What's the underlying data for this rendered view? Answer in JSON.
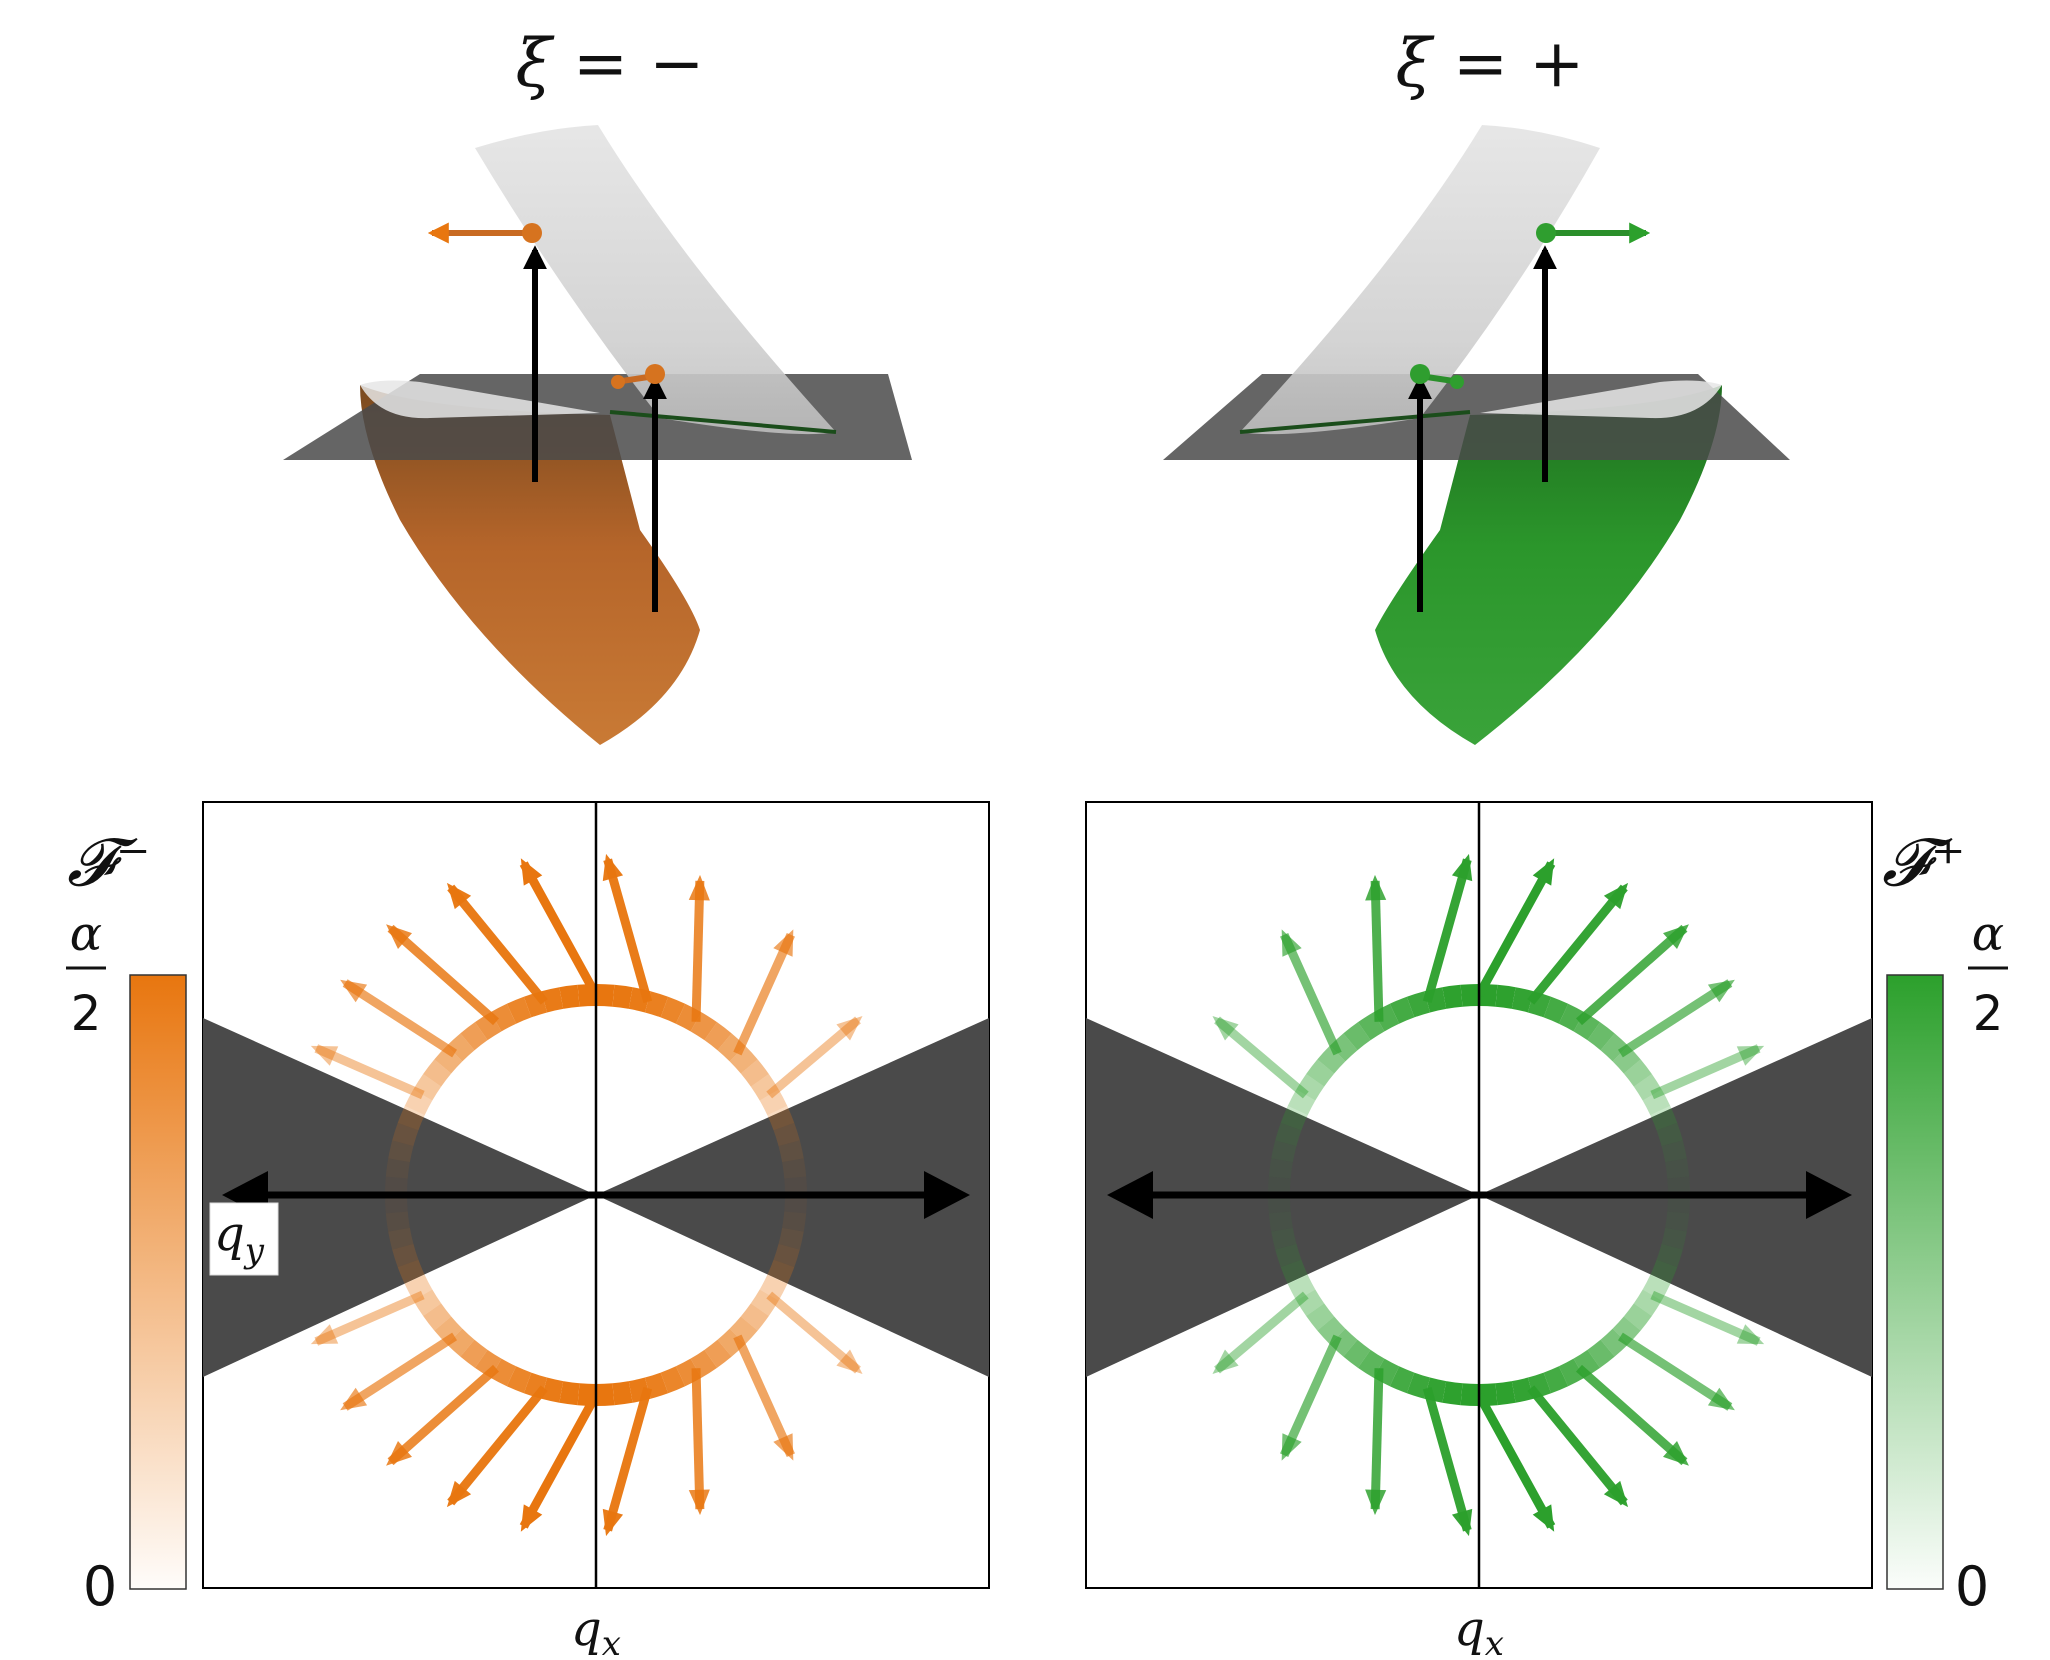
{
  "panels": {
    "left": {
      "title": "ξ = −",
      "field_label": "𝓕⁻",
      "colorbar_max_label": {
        "numerator": "α",
        "denominator": "2"
      },
      "colorbar_min_label": "0",
      "xlabel": "q",
      "xlabel_sub": "x",
      "ylabel": "q",
      "ylabel_sub": "y",
      "color": "#e8760f",
      "surface_color": "#c06a22"
    },
    "right": {
      "title": "ξ = +",
      "field_label": "𝓕⁺",
      "colorbar_max_label": {
        "numerator": "α",
        "denominator": "2"
      },
      "colorbar_min_label": "0",
      "xlabel": "q",
      "xlabel_sub": "x",
      "color": "#2ca02c",
      "surface_color": "#2f9e2f"
    }
  },
  "colors": {
    "plane": "#4a4a4a",
    "upper_cone": "#d8d8d8",
    "axis": "#000000"
  },
  "icons": {
    "arrow": "triangle-arrowhead",
    "vector": "pinned-arrow"
  }
}
